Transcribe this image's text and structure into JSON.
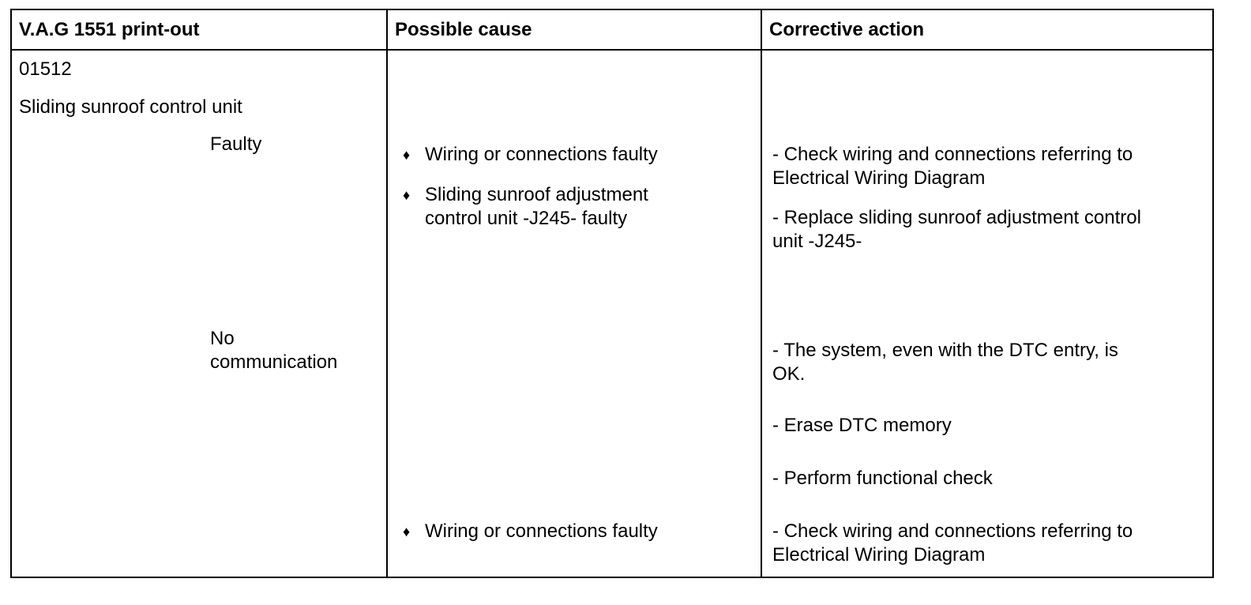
{
  "headers": {
    "col1": "V.A.G 1551 print-out",
    "col2": "Possible cause",
    "col3": "Corrective action"
  },
  "printout": {
    "code": "01512",
    "component": "Sliding sunroof control unit",
    "fault1": "Faulty",
    "fault2_line1": "No",
    "fault2_line2": "communication"
  },
  "causes": {
    "bullet": "♦",
    "c1": "Wiring or connections faulty",
    "c2_line1": "Sliding sunroof adjustment",
    "c2_line2": "control unit -J245- faulty",
    "c3": "Wiring or connections faulty"
  },
  "actions": {
    "a1_line1": "- Check wiring and connections referring to",
    "a1_line2": "Electrical Wiring Diagram",
    "a2_line1": "- Replace sliding sunroof adjustment control",
    "a2_line2": "unit -J245-",
    "a3_line1": "- The system, even with the DTC entry, is",
    "a3_line2": "OK.",
    "a4": "- Erase DTC memory",
    "a5": "- Perform functional check",
    "a6_line1": "- Check wiring and connections referring to",
    "a6_line2": "Electrical Wiring Diagram"
  }
}
